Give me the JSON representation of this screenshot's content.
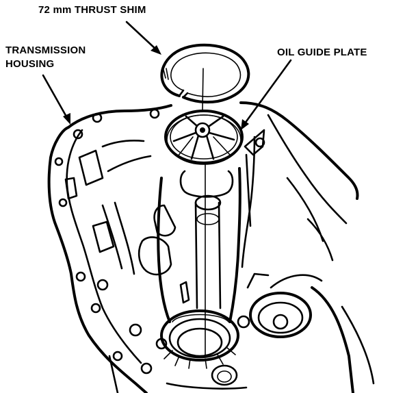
{
  "labels": {
    "thrust_shim": "72 mm THRUST SHIM",
    "transmission_housing_line1": "TRANSMISSION",
    "transmission_housing_line2": "HOUSING",
    "oil_guide_plate": "OIL GUIDE PLATE"
  },
  "colors": {
    "ink": "#000000",
    "paper": "#ffffff"
  }
}
